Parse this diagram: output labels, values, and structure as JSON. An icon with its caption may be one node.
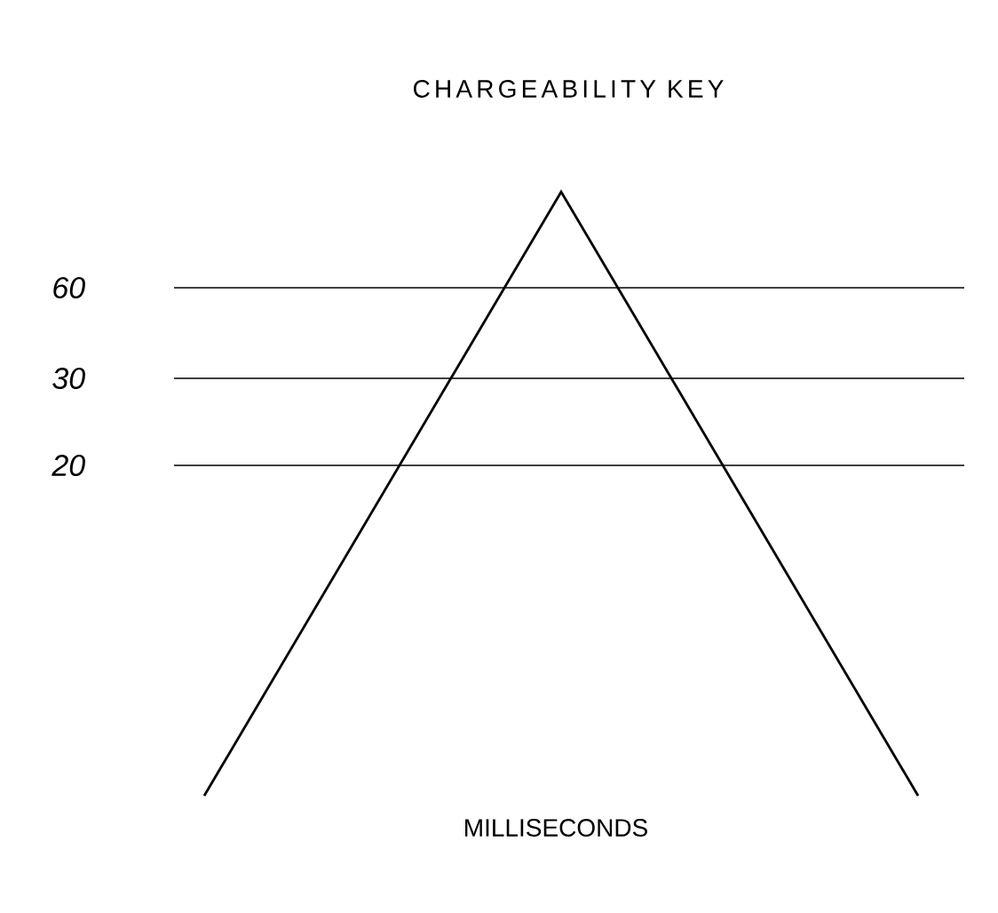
{
  "diagram": {
    "title": "CHARGEABILITY KEY",
    "labels": [
      "60",
      "30",
      "20",
      "MILLISECONDS"
    ]
  }
}
